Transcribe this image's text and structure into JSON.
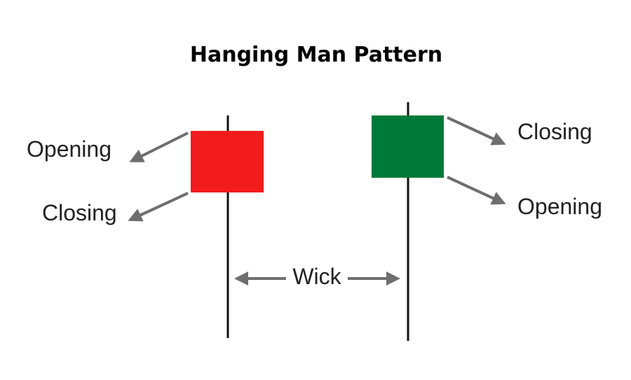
{
  "title": "Hanging Man Pattern",
  "colors": {
    "bearish_body": "#f21c1c",
    "bullish_body": "#007a38",
    "wick": "#111111",
    "arrow": "#6e6e6e"
  },
  "left_candle": {
    "body_color": "bearish",
    "top_label": "Opening",
    "bottom_label": "Closing"
  },
  "right_candle": {
    "body_color": "bullish",
    "top_label": "Closing",
    "bottom_label": "Opening"
  },
  "wick_label": "Wick"
}
